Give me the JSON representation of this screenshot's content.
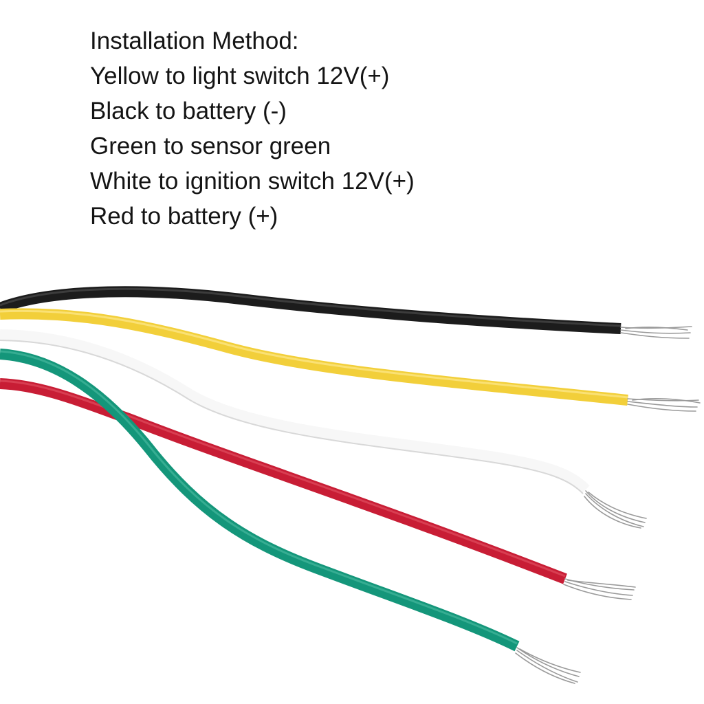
{
  "instructions": {
    "heading": "Installation Method:",
    "lines": [
      "Yellow to light switch 12V(+)",
      "Black to battery (-)",
      "Green to sensor green",
      "White to ignition switch 12V(+)",
      "Red to battery (+)"
    ]
  },
  "wires": [
    {
      "name": "black",
      "color": "#1c1c1c",
      "highlight": "#4a4a4a"
    },
    {
      "name": "yellow",
      "color": "#f2cf3a",
      "highlight": "#fbe583"
    },
    {
      "name": "white",
      "color": "#f7f7f7",
      "highlight": "#ffffff"
    },
    {
      "name": "red",
      "color": "#c81d35",
      "highlight": "#e25565"
    },
    {
      "name": "green",
      "color": "#14967a",
      "highlight": "#4dbca2"
    }
  ],
  "strand_color": "#9a9a9a"
}
